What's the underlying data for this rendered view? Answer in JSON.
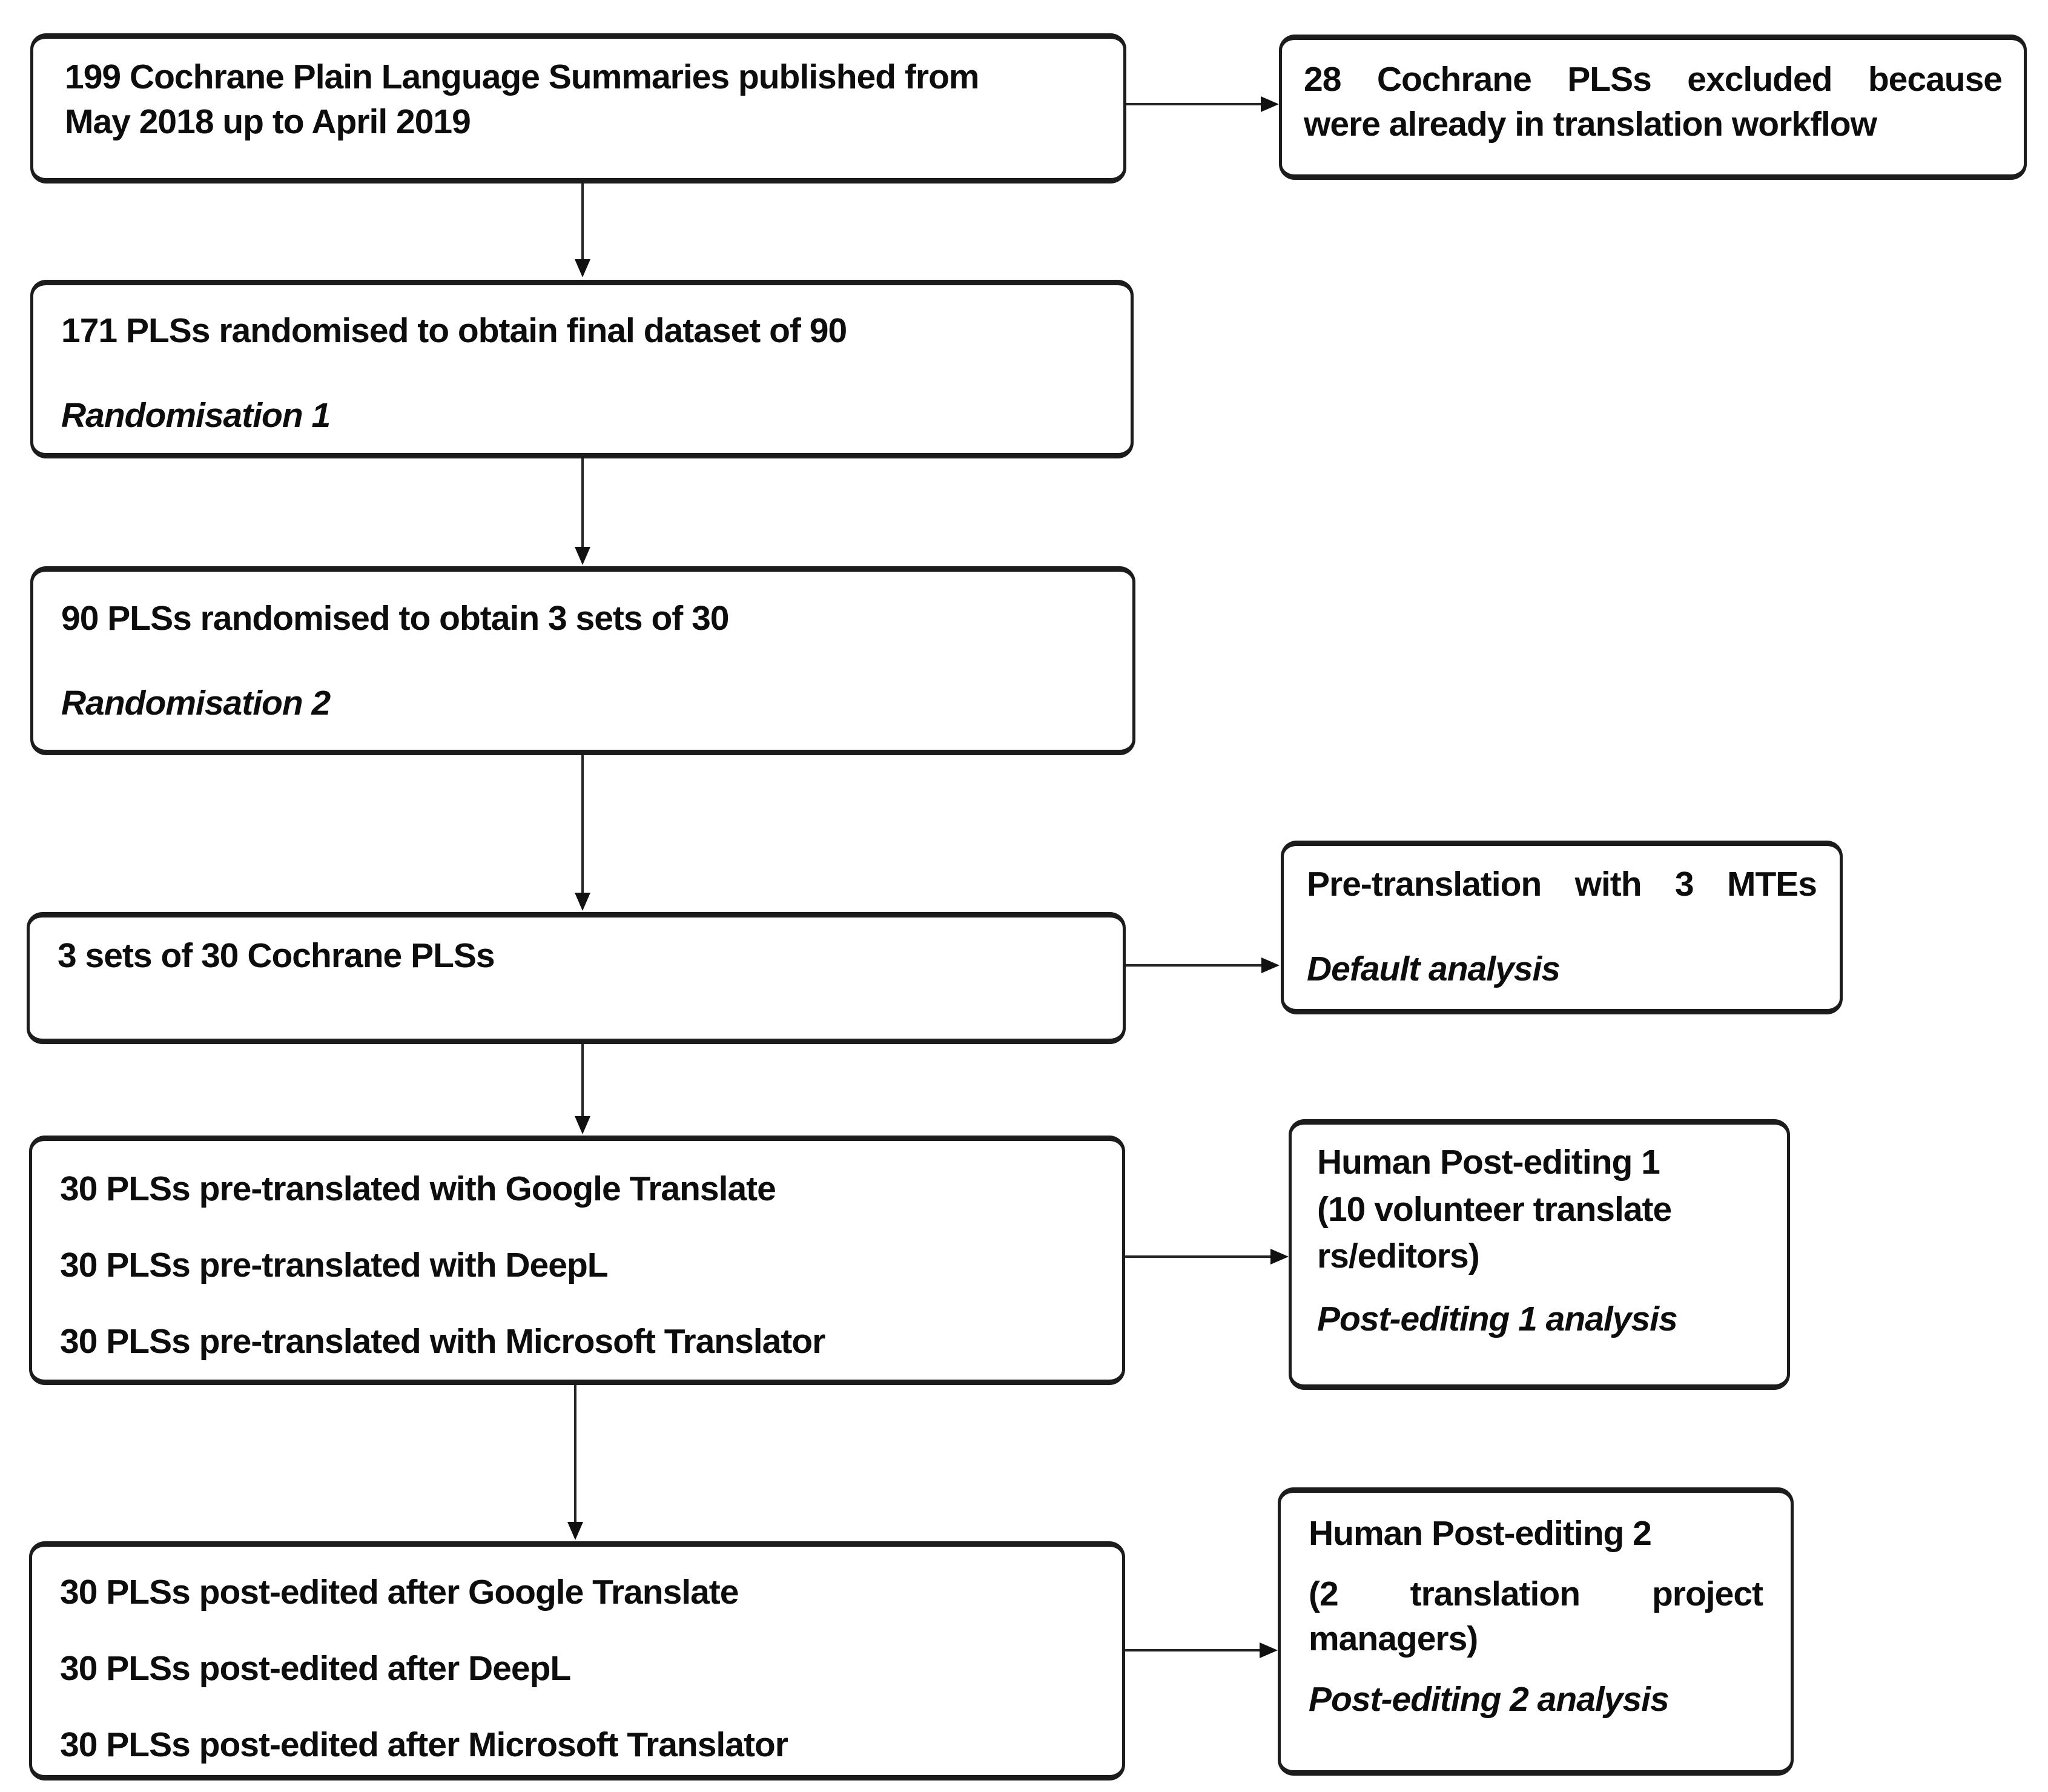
{
  "figure": {
    "type": "flowchart",
    "background_color": "#ffffff",
    "box_border_color": "#1c1c1c",
    "text_color": "#0d0d0d",
    "nodes": {
      "published": {
        "line1": "199 Cochrane Plain Language Summaries published from",
        "line2": "May 2018 up to April 2019"
      },
      "excluded": {
        "line1": "28 Cochrane PLSs excluded because",
        "line2": "were already in translation workflow"
      },
      "randomised_171": {
        "text": "171 PLSs randomised to obtain final dataset of 90",
        "note": "Randomisation 1"
      },
      "randomised_90": {
        "text": "90 PLSs randomised to obtain 3 sets of 30",
        "note": "Randomisation 2"
      },
      "three_sets": {
        "text": "3 sets of 30 Cochrane PLSs"
      },
      "pre_translation": {
        "text": "Pre-translation with 3 MTEs",
        "note": "Default analysis"
      },
      "pre_translated": {
        "line1": "30 PLSs pre-translated with Google Translate",
        "line2": "30 PLSs pre-translated with DeepL",
        "line3": "30 PLSs pre-translated with Microsoft Translator"
      },
      "post_editing_1": {
        "line1": "Human Post-editing 1",
        "line2": "(10 volunteer translate",
        "line3": "rs/editors)",
        "note": "Post-editing 1 analysis"
      },
      "post_edited": {
        "line1": "30 PLSs post-edited after Google Translate",
        "line2": "30 PLSs post-edited after DeepL",
        "line3": "30 PLSs post-edited after Microsoft Translator"
      },
      "post_editing_2": {
        "line1": "Human Post-editing 2",
        "line2": "(2 translation project managers)",
        "note": "Post-editing 2 analysis"
      }
    }
  }
}
